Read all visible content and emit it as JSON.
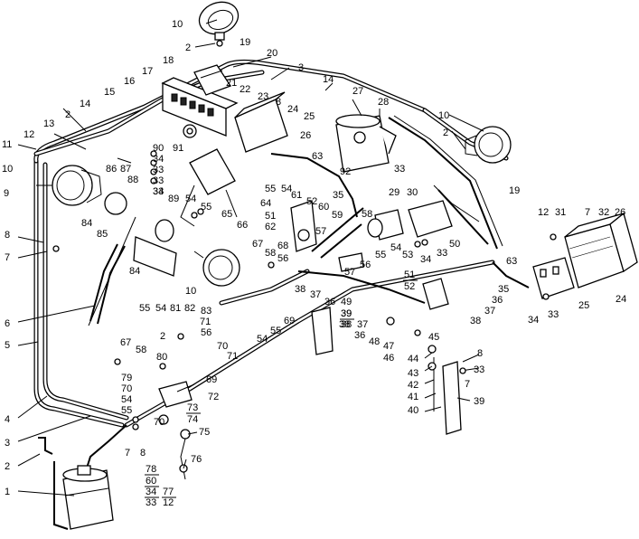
{
  "callouts": [
    {
      "id": "c10a",
      "text": "10"
    },
    {
      "id": "c2a",
      "text": "2"
    },
    {
      "id": "c19a",
      "text": "19"
    },
    {
      "id": "c20",
      "text": "20"
    },
    {
      "id": "c18",
      "text": "18"
    },
    {
      "id": "c3a",
      "text": "3"
    },
    {
      "id": "c17",
      "text": "17"
    },
    {
      "id": "c16",
      "text": "16"
    },
    {
      "id": "c14a",
      "text": "14"
    },
    {
      "id": "c15",
      "text": "15"
    },
    {
      "id": "c21",
      "text": "21"
    },
    {
      "id": "c22",
      "text": "22"
    },
    {
      "id": "c23",
      "text": "23"
    },
    {
      "id": "c8a",
      "text": "8"
    },
    {
      "id": "c27",
      "text": "27"
    },
    {
      "id": "c28",
      "text": "28"
    },
    {
      "id": "c24a",
      "text": "24"
    },
    {
      "id": "c25a",
      "text": "25"
    },
    {
      "id": "c14b",
      "text": "14"
    },
    {
      "id": "c2b",
      "text": "2"
    },
    {
      "id": "c13",
      "text": "13"
    },
    {
      "id": "c12a",
      "text": "12"
    },
    {
      "id": "c26a",
      "text": "26"
    },
    {
      "id": "c10b",
      "text": "10"
    },
    {
      "id": "c2c",
      "text": "2"
    },
    {
      "id": "c11",
      "text": "11"
    },
    {
      "id": "c90",
      "text": "90"
    },
    {
      "id": "c91",
      "text": "91"
    },
    {
      "id": "c34a",
      "text": "34"
    },
    {
      "id": "c63a",
      "text": "63"
    },
    {
      "id": "c33a",
      "text": "33"
    },
    {
      "id": "c92",
      "text": "92"
    },
    {
      "id": "c33b",
      "text": "33"
    },
    {
      "id": "c10c",
      "text": "10"
    },
    {
      "id": "c86",
      "text": "86"
    },
    {
      "id": "c87",
      "text": "87"
    },
    {
      "id": "c33c",
      "text": "33"
    },
    {
      "id": "c88",
      "text": "88"
    },
    {
      "id": "c34b",
      "text": "34"
    },
    {
      "id": "c19b",
      "text": "19"
    },
    {
      "id": "c33d",
      "text": "33"
    },
    {
      "id": "c55a",
      "text": "55"
    },
    {
      "id": "c54a",
      "text": "54"
    },
    {
      "id": "c9",
      "text": "9"
    },
    {
      "id": "c89",
      "text": "89"
    },
    {
      "id": "c64",
      "text": "64"
    },
    {
      "id": "c61",
      "text": "61"
    },
    {
      "id": "c52a",
      "text": "52"
    },
    {
      "id": "c60",
      "text": "60"
    },
    {
      "id": "c35a",
      "text": "35"
    },
    {
      "id": "c29",
      "text": "29"
    },
    {
      "id": "c30",
      "text": "30"
    },
    {
      "id": "c54b",
      "text": "54"
    },
    {
      "id": "c55b",
      "text": "55"
    },
    {
      "id": "c51a",
      "text": "51"
    },
    {
      "id": "c59",
      "text": "59"
    },
    {
      "id": "c58a",
      "text": "58"
    },
    {
      "id": "c84a",
      "text": "84"
    },
    {
      "id": "c65",
      "text": "65"
    },
    {
      "id": "c66",
      "text": "66"
    },
    {
      "id": "c62",
      "text": "62"
    },
    {
      "id": "c57a",
      "text": "57"
    },
    {
      "id": "c12b",
      "text": "12"
    },
    {
      "id": "c31",
      "text": "31"
    },
    {
      "id": "c7a",
      "text": "7"
    },
    {
      "id": "c32",
      "text": "32"
    },
    {
      "id": "c26b",
      "text": "26"
    },
    {
      "id": "c85",
      "text": "85"
    },
    {
      "id": "c8b",
      "text": "8"
    },
    {
      "id": "c7b",
      "text": "7"
    },
    {
      "id": "c67a",
      "text": "67"
    },
    {
      "id": "c58b",
      "text": "58"
    },
    {
      "id": "c68",
      "text": "68"
    },
    {
      "id": "c56a",
      "text": "56"
    },
    {
      "id": "c54c",
      "text": "54"
    },
    {
      "id": "c53",
      "text": "53"
    },
    {
      "id": "c33e",
      "text": "33"
    },
    {
      "id": "c50",
      "text": "50"
    },
    {
      "id": "c55c",
      "text": "55"
    },
    {
      "id": "c34c",
      "text": "34"
    },
    {
      "id": "c84b",
      "text": "84"
    },
    {
      "id": "c56b",
      "text": "56"
    },
    {
      "id": "c63b",
      "text": "63"
    },
    {
      "id": "c57b",
      "text": "57"
    },
    {
      "id": "c10d",
      "text": "10"
    },
    {
      "id": "c38a",
      "text": "38"
    },
    {
      "id": "c37a",
      "text": "37"
    },
    {
      "id": "c36a",
      "text": "36"
    },
    {
      "id": "c49",
      "text": "49"
    },
    {
      "id": "c35b",
      "text": "35"
    },
    {
      "id": "c36b",
      "text": "36"
    },
    {
      "id": "c25b",
      "text": "25"
    },
    {
      "id": "c24b",
      "text": "24"
    },
    {
      "id": "c37b",
      "text": "37"
    },
    {
      "id": "c38b",
      "text": "38"
    },
    {
      "id": "c34d",
      "text": "34"
    },
    {
      "id": "c33f",
      "text": "33"
    },
    {
      "id": "c6",
      "text": "6"
    },
    {
      "id": "c55d",
      "text": "55"
    },
    {
      "id": "c54d",
      "text": "54"
    },
    {
      "id": "c81",
      "text": "81"
    },
    {
      "id": "c82",
      "text": "82"
    },
    {
      "id": "c83",
      "text": "83"
    },
    {
      "id": "c71a",
      "text": "71"
    },
    {
      "id": "c69a",
      "text": "69"
    },
    {
      "id": "c39a",
      "text": "39"
    },
    {
      "id": "c38c",
      "text": "38"
    },
    {
      "id": "c37c",
      "text": "37"
    },
    {
      "id": "c36c",
      "text": "36"
    },
    {
      "id": "c5",
      "text": "5"
    },
    {
      "id": "c2d",
      "text": "2"
    },
    {
      "id": "c56c",
      "text": "56"
    },
    {
      "id": "c55e",
      "text": "55"
    },
    {
      "id": "c54e",
      "text": "54"
    },
    {
      "id": "c45",
      "text": "45"
    },
    {
      "id": "c48",
      "text": "48"
    },
    {
      "id": "c47",
      "text": "47"
    },
    {
      "id": "c46",
      "text": "46"
    },
    {
      "id": "c67b",
      "text": "67"
    },
    {
      "id": "c58c",
      "text": "58"
    },
    {
      "id": "c80",
      "text": "80"
    },
    {
      "id": "c70a",
      "text": "70"
    },
    {
      "id": "c71b",
      "text": "71"
    },
    {
      "id": "c44",
      "text": "44"
    },
    {
      "id": "c8c",
      "text": "8"
    },
    {
      "id": "c43",
      "text": "43"
    },
    {
      "id": "c33g",
      "text": "33"
    },
    {
      "id": "c79",
      "text": "79"
    },
    {
      "id": "c70b",
      "text": "70"
    },
    {
      "id": "c69b",
      "text": "69"
    },
    {
      "id": "c7c",
      "text": "7"
    },
    {
      "id": "c42",
      "text": "42"
    },
    {
      "id": "c54f",
      "text": "54"
    },
    {
      "id": "c72",
      "text": "72"
    },
    {
      "id": "c41",
      "text": "41"
    },
    {
      "id": "c39b",
      "text": "39"
    },
    {
      "id": "c4",
      "text": "4"
    },
    {
      "id": "c55f",
      "text": "55"
    },
    {
      "id": "c40",
      "text": "40"
    },
    {
      "id": "c70c",
      "text": "70"
    },
    {
      "id": "c75",
      "text": "75"
    },
    {
      "id": "c3b",
      "text": "3"
    },
    {
      "id": "c7d",
      "text": "7"
    },
    {
      "id": "c8d",
      "text": "8"
    },
    {
      "id": "c2e",
      "text": "2"
    },
    {
      "id": "c76",
      "text": "76"
    },
    {
      "id": "c1",
      "text": "1"
    }
  ],
  "fractions": [
    {
      "id": "f7374",
      "top": "73",
      "bottom": "74"
    },
    {
      "id": "f5152",
      "top": "51",
      "bottom": "52"
    },
    {
      "id": "f3938",
      "top": "39",
      "bottom": "38"
    }
  ],
  "stack": {
    "lines": [
      "78",
      "60",
      "34",
      "33"
    ]
  },
  "stack2": {
    "top": "77",
    "bottom": "12"
  }
}
